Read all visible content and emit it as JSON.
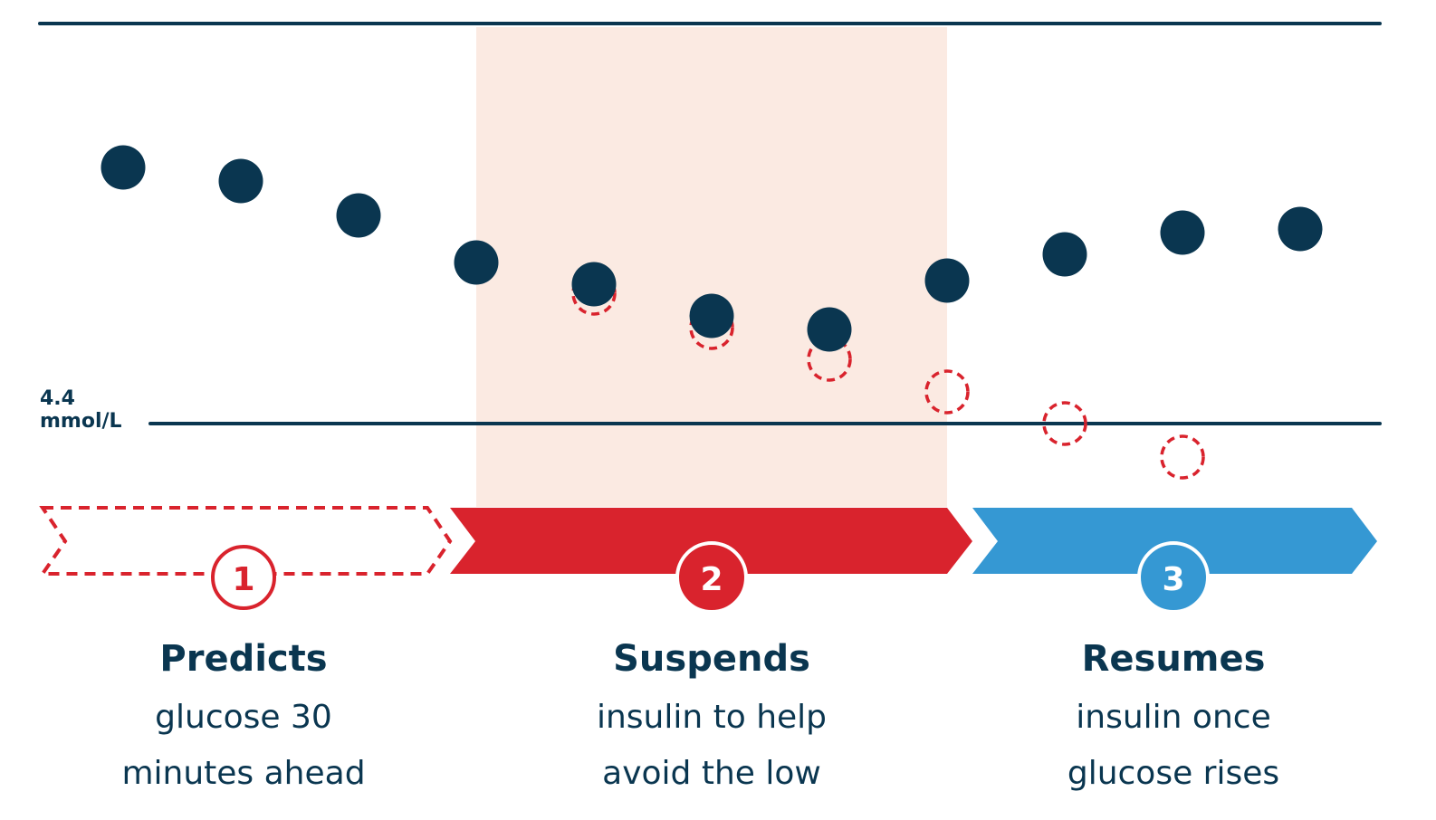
{
  "threshold": {
    "value": "4.4",
    "unit": "mmol/L"
  },
  "glucose_readings": {
    "actual": [
      185,
      200,
      238,
      290,
      314,
      349,
      364,
      310,
      281,
      257,
      253
    ],
    "predicted": [
      null,
      null,
      null,
      null,
      324,
      362,
      397,
      433,
      468,
      505,
      null
    ]
  },
  "steps": [
    {
      "number": "1",
      "title": "Predicts",
      "desc_line1": "glucose 30",
      "desc_line2": "minutes ahead",
      "color": "#d9232d",
      "style": "dashed"
    },
    {
      "number": "2",
      "title": "Suspends",
      "desc_line1": "insulin to help",
      "desc_line2": "avoid the low",
      "color": "#d9232d",
      "style": "filled"
    },
    {
      "number": "3",
      "title": "Resumes",
      "desc_line1": "insulin once",
      "desc_line2": "glucose rises",
      "color": "#3598d3",
      "style": "filled"
    }
  ],
  "colors": {
    "navy": "#0a3650",
    "red": "#d9232d",
    "blue": "#3598d3",
    "suspend_band": "#fbeae2"
  }
}
